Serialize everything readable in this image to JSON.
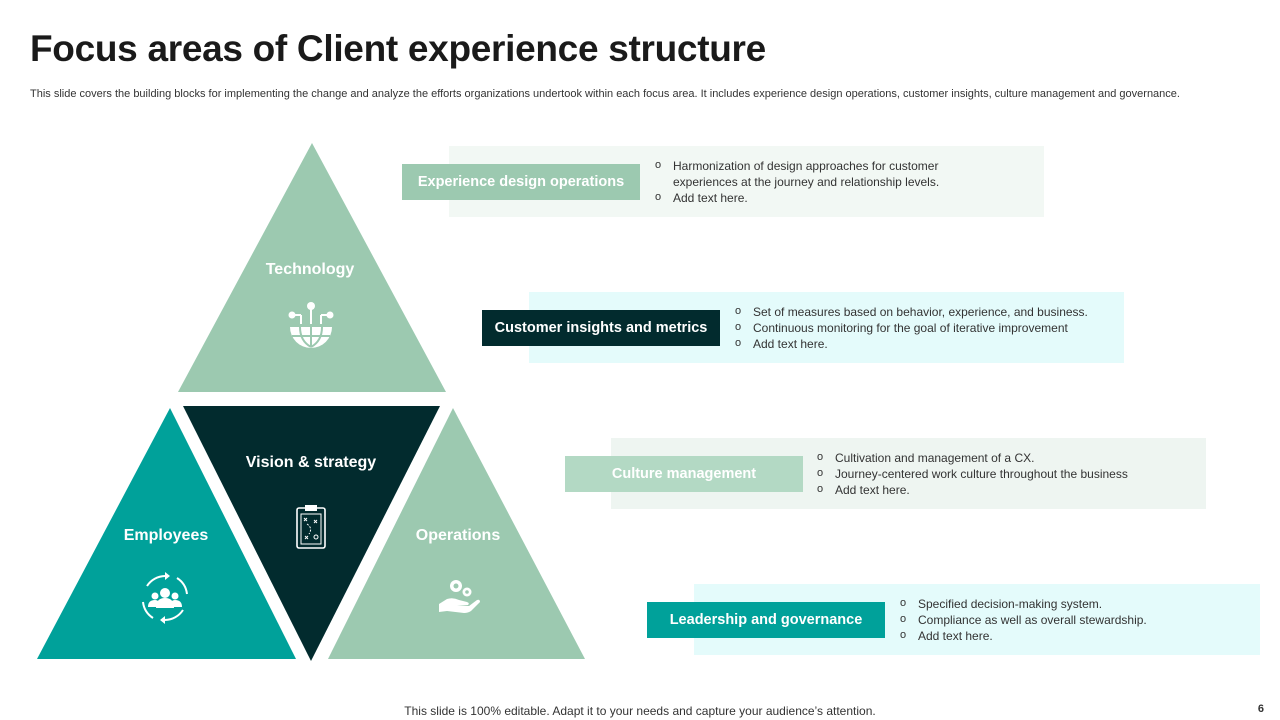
{
  "slide": {
    "title": "Focus areas of Client experience structure",
    "subtitle": "This slide covers the  building blocks for implementing the change and analyze the efforts organizations undertook within each focus area. It includes experience design operations, customer insights, culture management and governance.",
    "footer": "This slide is 100% editable. Adapt it to your needs and capture your audience’s attention.",
    "page_number": "6"
  },
  "pyramid": {
    "top": {
      "label": "Technology",
      "icon": "globe-network-icon",
      "color": "#9cc9b0"
    },
    "center": {
      "label": "Vision & strategy",
      "icon": "clipboard-strategy-icon",
      "color": "#022b2e"
    },
    "left": {
      "label": "Employees",
      "icon": "team-cycle-icon",
      "color": "#00a19a"
    },
    "right": {
      "label": "Operations",
      "icon": "gears-hand-icon",
      "color": "#9cc9b0"
    }
  },
  "areas": [
    {
      "label": "Experience design operations",
      "chip_color": "#9cc9b0",
      "panel_color": "#f2f8f4",
      "bullets": [
        "Harmonization of design approaches for customer experiences at the journey and relationship levels.",
        "Add text here."
      ]
    },
    {
      "label": "Customer insights and metrics",
      "chip_color": "#022b2e",
      "panel_color": "#e4fbfb",
      "bullets": [
        "Set of measures based on behavior,  experience, and business.",
        "Continuous  monitoring for the goal of iterative improvement",
        "Add text here."
      ]
    },
    {
      "label": "Culture management",
      "chip_color": "#b3d9c4",
      "panel_color": "#eef5f1",
      "bullets": [
        "Cultivation  and management  of a CX.",
        "Journey-centered  work culture throughout the business",
        "Add text here."
      ]
    },
    {
      "label": "Leadership and governance",
      "chip_color": "#00a19a",
      "panel_color": "#e4fbfb",
      "bullets": [
        "Specified decision-making system.",
        "Compliance  as well as overall  stewardship.",
        "Add text here."
      ]
    }
  ]
}
